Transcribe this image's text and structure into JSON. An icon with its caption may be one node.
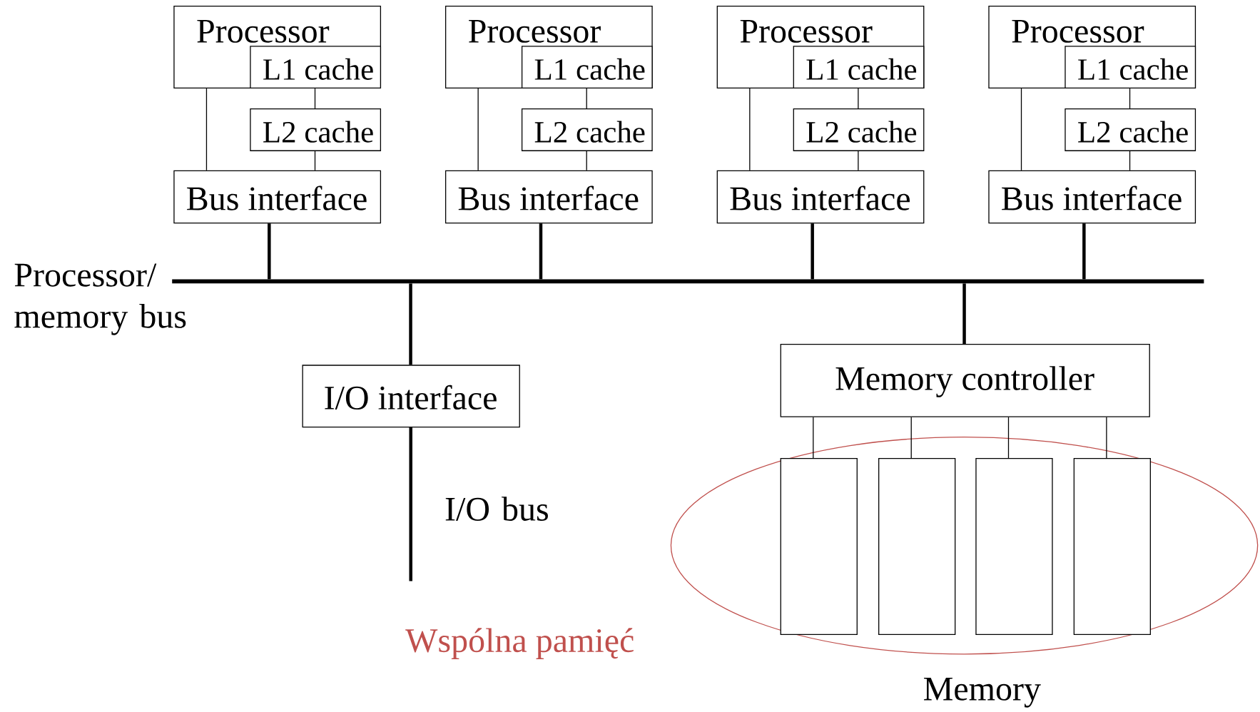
{
  "diagram": {
    "nodes": [
      {
        "text": [
          "Processor"
        ]
      },
      {
        "text": [
          "L1 cache"
        ],
        "in": 0
      },
      {
        "text": [
          "L2 cache"
        ]
      },
      {
        "text": [
          "Bus interface"
        ]
      },
      {
        "text": [
          "Processor"
        ]
      },
      {
        "text": [
          "L1 cache"
        ],
        "in": 4
      },
      {
        "text": [
          "L2 cache"
        ]
      },
      {
        "text": [
          "Bus interface"
        ]
      },
      {
        "text": [
          "Processor"
        ]
      },
      {
        "text": [
          "L1 cache"
        ],
        "in": 8
      },
      {
        "text": [
          "L2 cache"
        ]
      },
      {
        "text": [
          "Bus interface"
        ]
      },
      {
        "text": [
          "Processor"
        ]
      },
      {
        "text": [
          "L1 cache"
        ],
        "in": 12
      },
      {
        "text": [
          "L2 cache"
        ]
      },
      {
        "text": [
          "Bus interface"
        ]
      },
      {
        "text": [],
        "shape": "bar",
        "beside": [
          "Processor/ memory bus"
        ]
      },
      {
        "text": [
          "I/O interface"
        ]
      },
      {
        "text": [],
        "shape": "bar",
        "beside": [
          "I/O bus"
        ]
      },
      {
        "text": [
          "Memory controller"
        ]
      },
      {
        "text": [],
        "shape": "box"
      },
      {
        "text": [],
        "shape": "box"
      },
      {
        "text": [],
        "shape": "box"
      },
      {
        "text": [],
        "shape": "box"
      }
    ],
    "edges": [
      {
        "from": 0,
        "to": 3,
        "arrow": "none"
      },
      {
        "from": 1,
        "to": 2,
        "arrow": "none"
      },
      {
        "from": 2,
        "to": 3,
        "arrow": "none"
      },
      {
        "from": 3,
        "to": 16,
        "arrow": "none",
        "style": "thick"
      },
      {
        "from": 4,
        "to": 7,
        "arrow": "none"
      },
      {
        "from": 5,
        "to": 6,
        "arrow": "none"
      },
      {
        "from": 6,
        "to": 7,
        "arrow": "none"
      },
      {
        "from": 7,
        "to": 16,
        "arrow": "none",
        "style": "thick"
      },
      {
        "from": 8,
        "to": 11,
        "arrow": "none"
      },
      {
        "from": 9,
        "to": 10,
        "arrow": "none"
      },
      {
        "from": 10,
        "to": 11,
        "arrow": "none"
      },
      {
        "from": 11,
        "to": 16,
        "arrow": "none",
        "style": "thick"
      },
      {
        "from": 12,
        "to": 15,
        "arrow": "none"
      },
      {
        "from": 13,
        "to": 14,
        "arrow": "none"
      },
      {
        "from": 14,
        "to": 15,
        "arrow": "none"
      },
      {
        "from": 15,
        "to": 16,
        "arrow": "none",
        "style": "thick"
      },
      {
        "from": 16,
        "to": 17,
        "arrow": "none",
        "style": "thick"
      },
      {
        "from": 16,
        "to": 19,
        "arrow": "none",
        "style": "thick"
      },
      {
        "from": 19,
        "to": 20,
        "arrow": "none"
      },
      {
        "from": 19,
        "to": 21,
        "arrow": "none"
      },
      {
        "from": 19,
        "to": 22,
        "arrow": "none"
      },
      {
        "from": 19,
        "to": 23,
        "arrow": "none"
      }
    ],
    "labels": [
      "Wspólna pamięć",
      "Memory"
    ]
  }
}
